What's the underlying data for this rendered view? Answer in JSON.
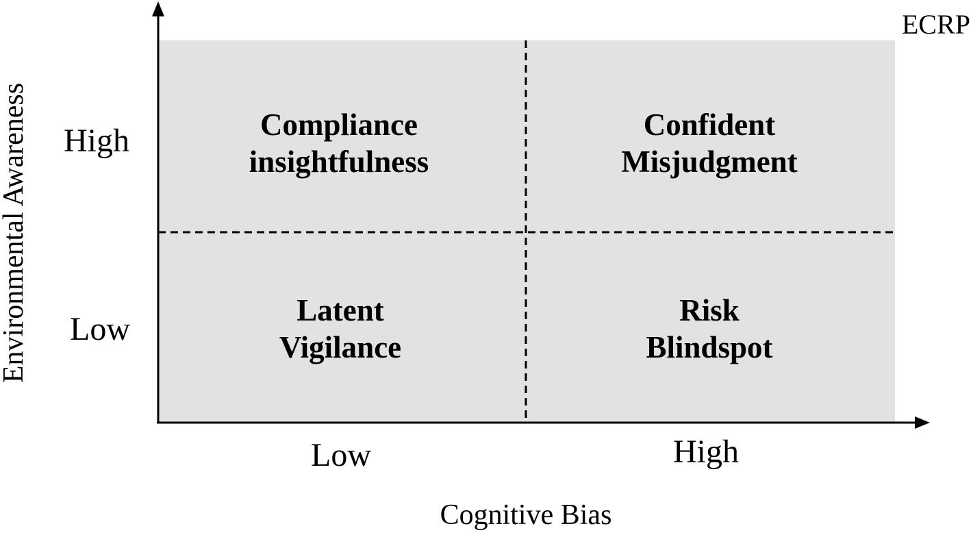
{
  "corner_label": "ECRP",
  "x_axis": {
    "title": "Cognitive Bias",
    "ticks": [
      "Low",
      "High"
    ]
  },
  "y_axis": {
    "title": "Environmental Awareness",
    "ticks": [
      "High",
      "Low"
    ]
  },
  "quadrants": [
    {
      "position": "top-left",
      "lines": [
        "Compliance",
        "insightfulness"
      ]
    },
    {
      "position": "top-right",
      "lines": [
        "Confident",
        "Misjudgment"
      ]
    },
    {
      "position": "bottom-left",
      "lines": [
        "Latent",
        "Vigilance"
      ]
    },
    {
      "position": "bottom-right",
      "lines": [
        "Risk",
        "Blindspot"
      ]
    }
  ],
  "colors": {
    "quadrant_fill": "#e2e2e2",
    "axis": "#000000"
  }
}
